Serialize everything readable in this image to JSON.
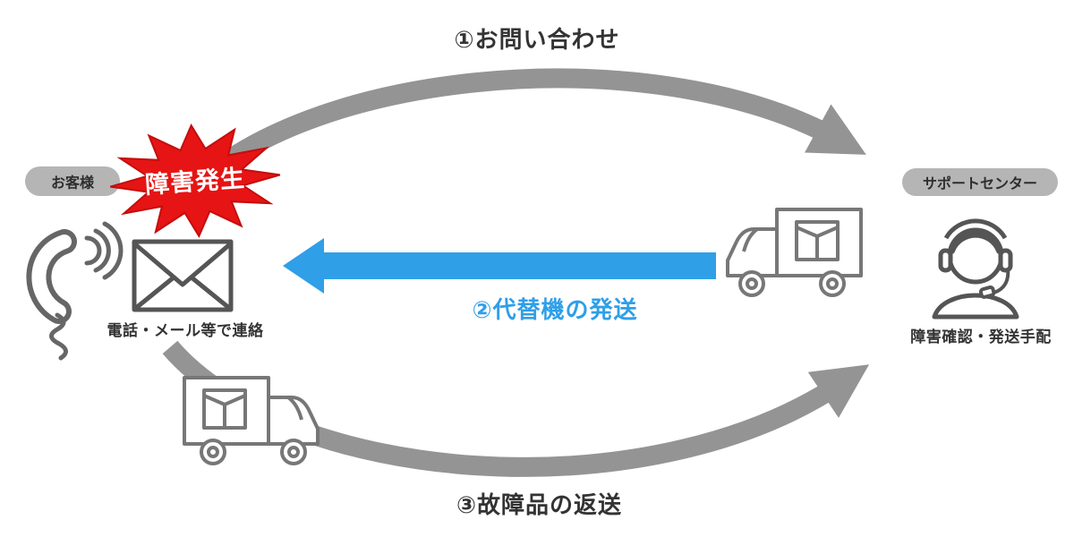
{
  "diagram": {
    "step1": "①お問い合わせ",
    "step2": "②代替機の発送",
    "step3": "③故障品の返送",
    "customer": {
      "badge": "お客様",
      "alert": "障害発生",
      "caption": "電話・メール等で連絡"
    },
    "support": {
      "badge": "サポートセンター",
      "caption": "障害確認・発送手配"
    },
    "icons": [
      "phone-icon",
      "envelope-icon",
      "truck-delivery-icon",
      "truck-return-icon",
      "operator-headset-icon",
      "alert-burst-icon"
    ],
    "colors": {
      "arrow_gray": "#949494",
      "accent_blue": "#2f9fe8",
      "alert_red": "#e61414",
      "badge_gray": "#b5b5b5",
      "icon_outline": "#666666",
      "text_dark": "#333333"
    }
  }
}
